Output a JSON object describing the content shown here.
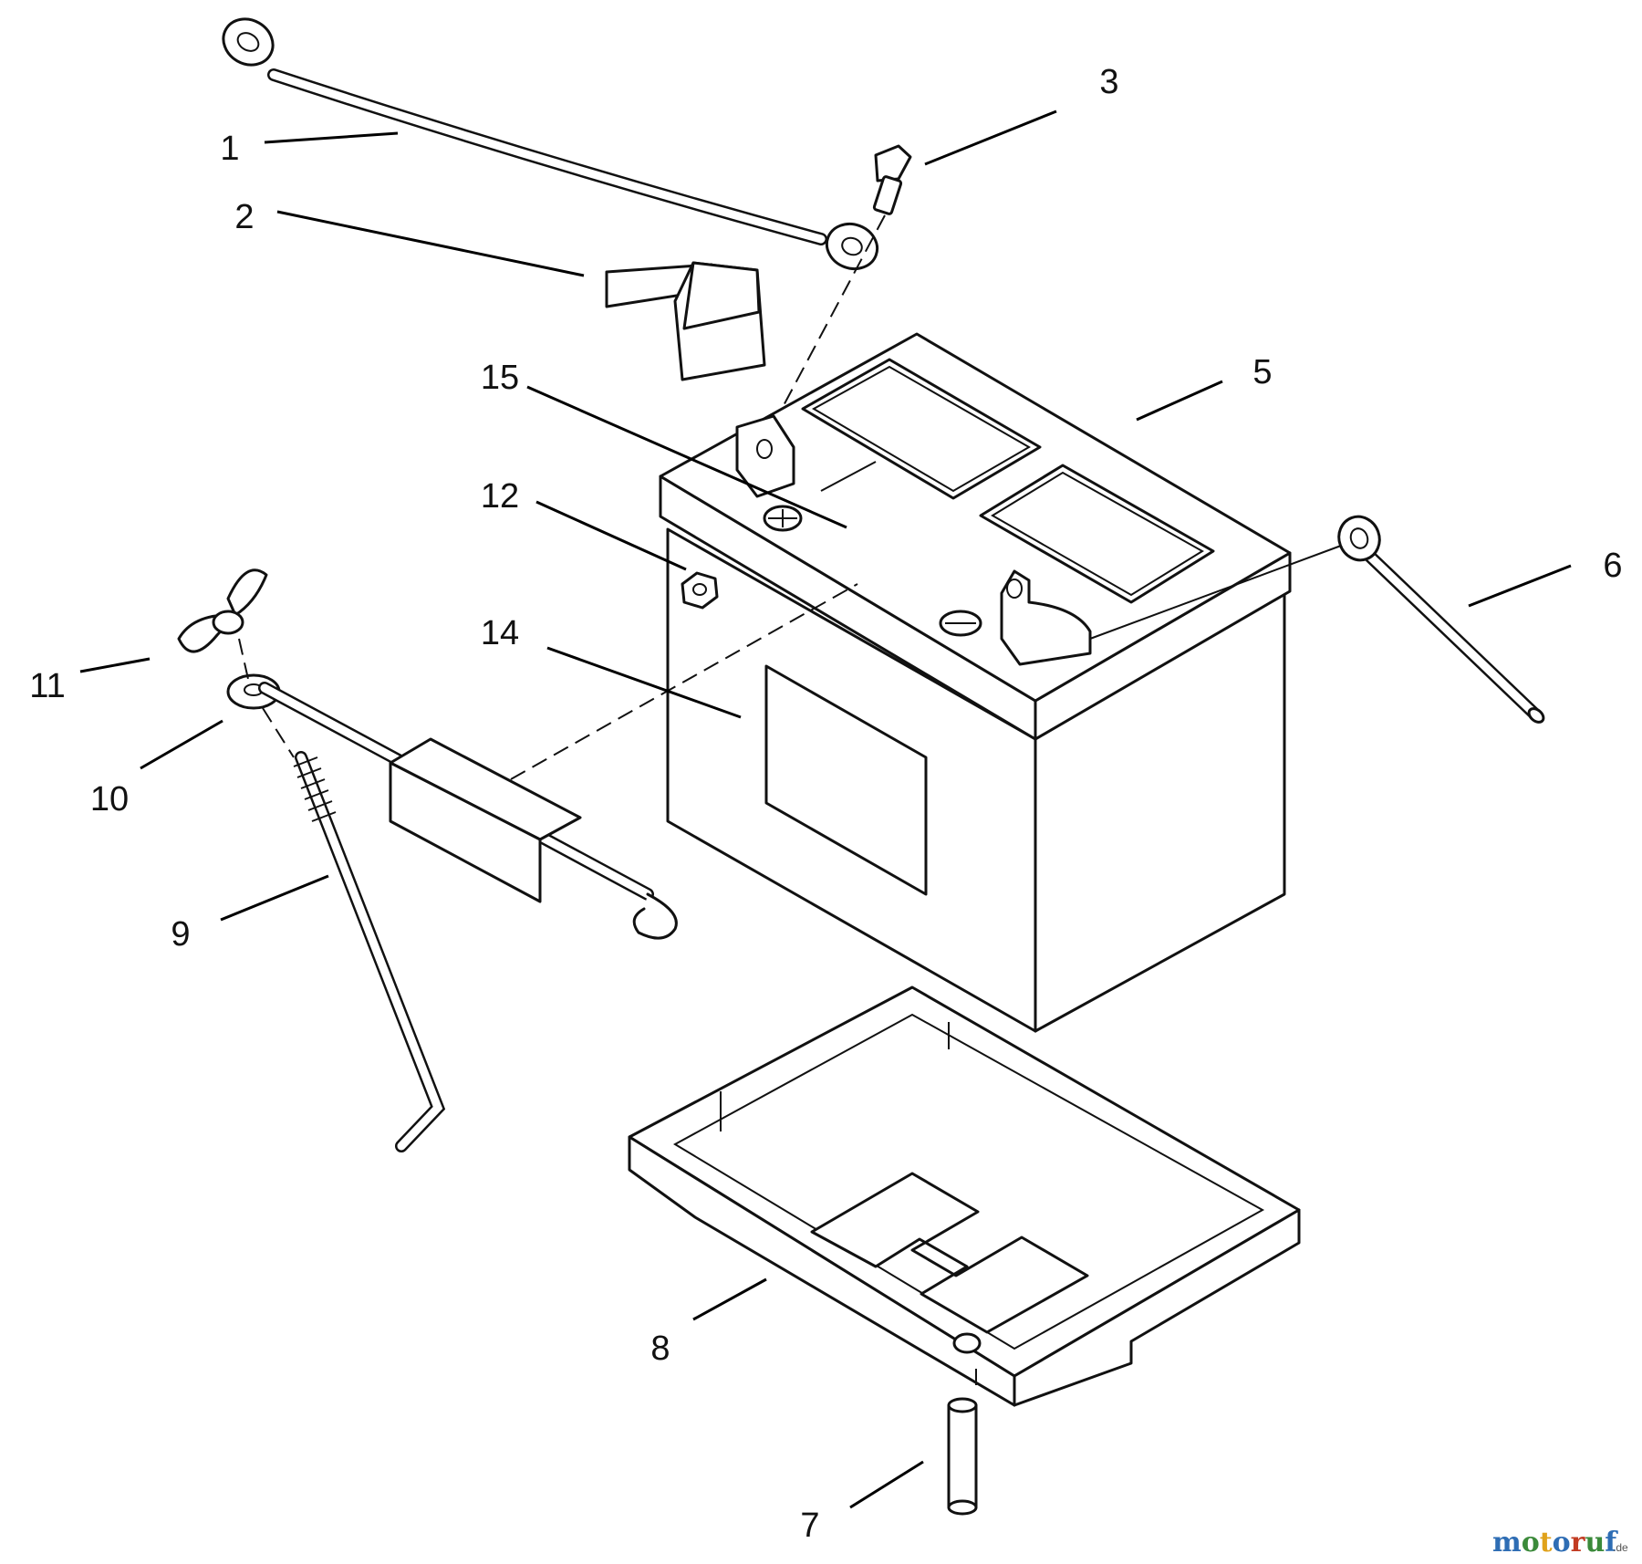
{
  "callouts": [
    {
      "id": "1",
      "label": "1"
    },
    {
      "id": "2",
      "label": "2"
    },
    {
      "id": "3",
      "label": "3"
    },
    {
      "id": "5",
      "label": "5"
    },
    {
      "id": "6",
      "label": "6"
    },
    {
      "id": "7",
      "label": "7"
    },
    {
      "id": "8",
      "label": "8"
    },
    {
      "id": "9",
      "label": "9"
    },
    {
      "id": "10",
      "label": "10"
    },
    {
      "id": "11",
      "label": "11"
    },
    {
      "id": "12",
      "label": "12"
    },
    {
      "id": "14",
      "label": "14"
    },
    {
      "id": "15",
      "label": "15"
    }
  ],
  "watermark": {
    "letters": [
      "m",
      "o",
      "t",
      "o",
      "r",
      "u",
      "f"
    ],
    "letter_colors": [
      "#2e6db4",
      "#3b8a3a",
      "#e0a21b",
      "#2e6db4",
      "#c23b22",
      "#3b8a3a",
      "#2e6db4"
    ],
    "suffix": ".de"
  },
  "colors": {
    "line": "#111111",
    "background": "#ffffff"
  }
}
